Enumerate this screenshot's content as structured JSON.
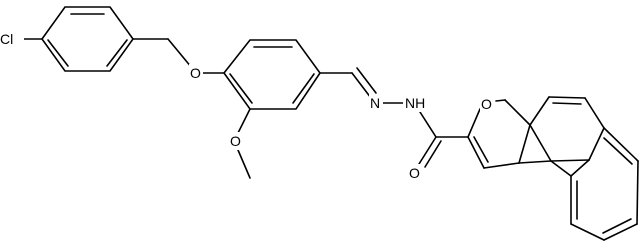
{
  "diagram": {
    "type": "chemical-structure",
    "line_color": "#000000",
    "background": "#ffffff",
    "atoms": {
      "cl": "Cl",
      "o_ether": "O",
      "o_methoxy": "O",
      "n_imine": "N",
      "nh_amide": "NH",
      "o_furan": "O",
      "o_carbonyl": "O"
    }
  }
}
